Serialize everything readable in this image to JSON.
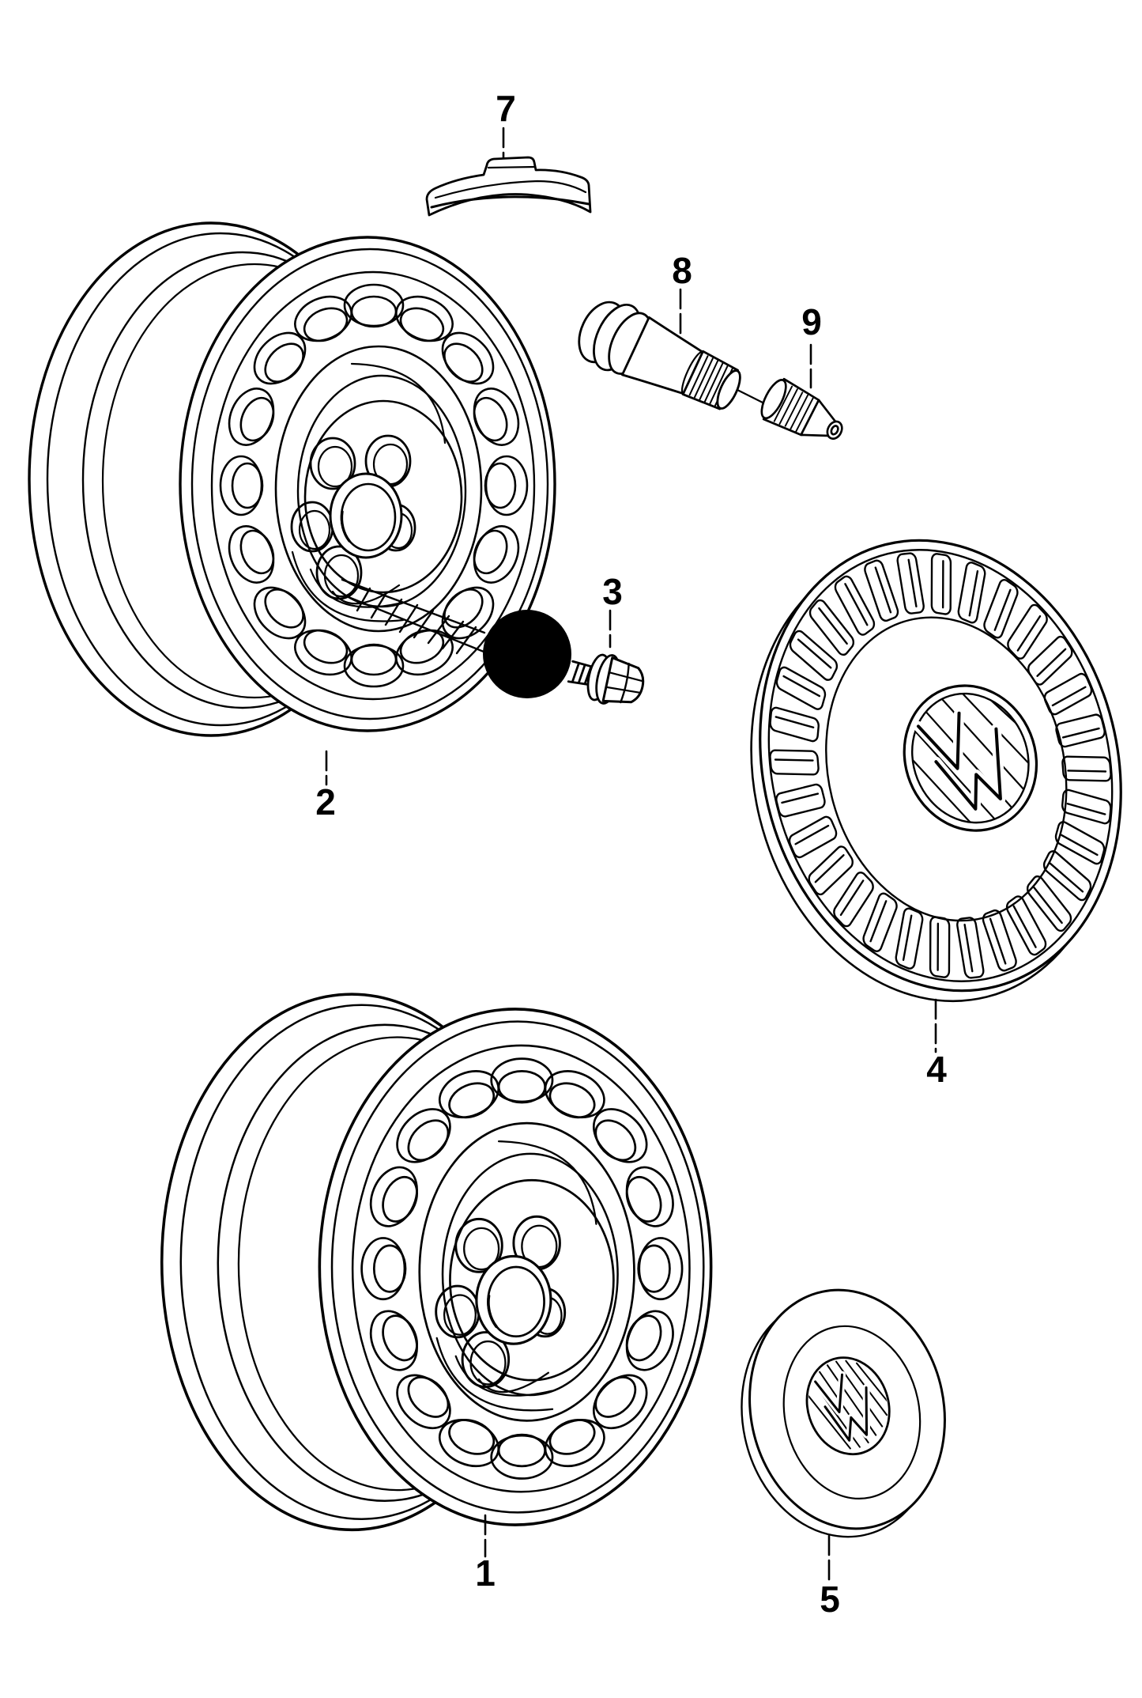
{
  "diagram": {
    "background_color": "#ffffff",
    "line_color": "#000000",
    "highlight_dot_color": "#000000"
  },
  "callouts": {
    "c1": {
      "label": "1",
      "part": "steel-wheel"
    },
    "c2": {
      "label": "2",
      "part": "steel-wheel"
    },
    "c3": {
      "label": "3",
      "part": "wheel-bolt"
    },
    "c4": {
      "label": "4",
      "part": "wheel-trim"
    },
    "c5": {
      "label": "5",
      "part": "center-cap"
    },
    "c7": {
      "label": "7",
      "part": "balance-weight"
    },
    "c8": {
      "label": "8",
      "part": "tyre-valve"
    },
    "c9": {
      "label": "9",
      "part": "valve-insert"
    }
  }
}
